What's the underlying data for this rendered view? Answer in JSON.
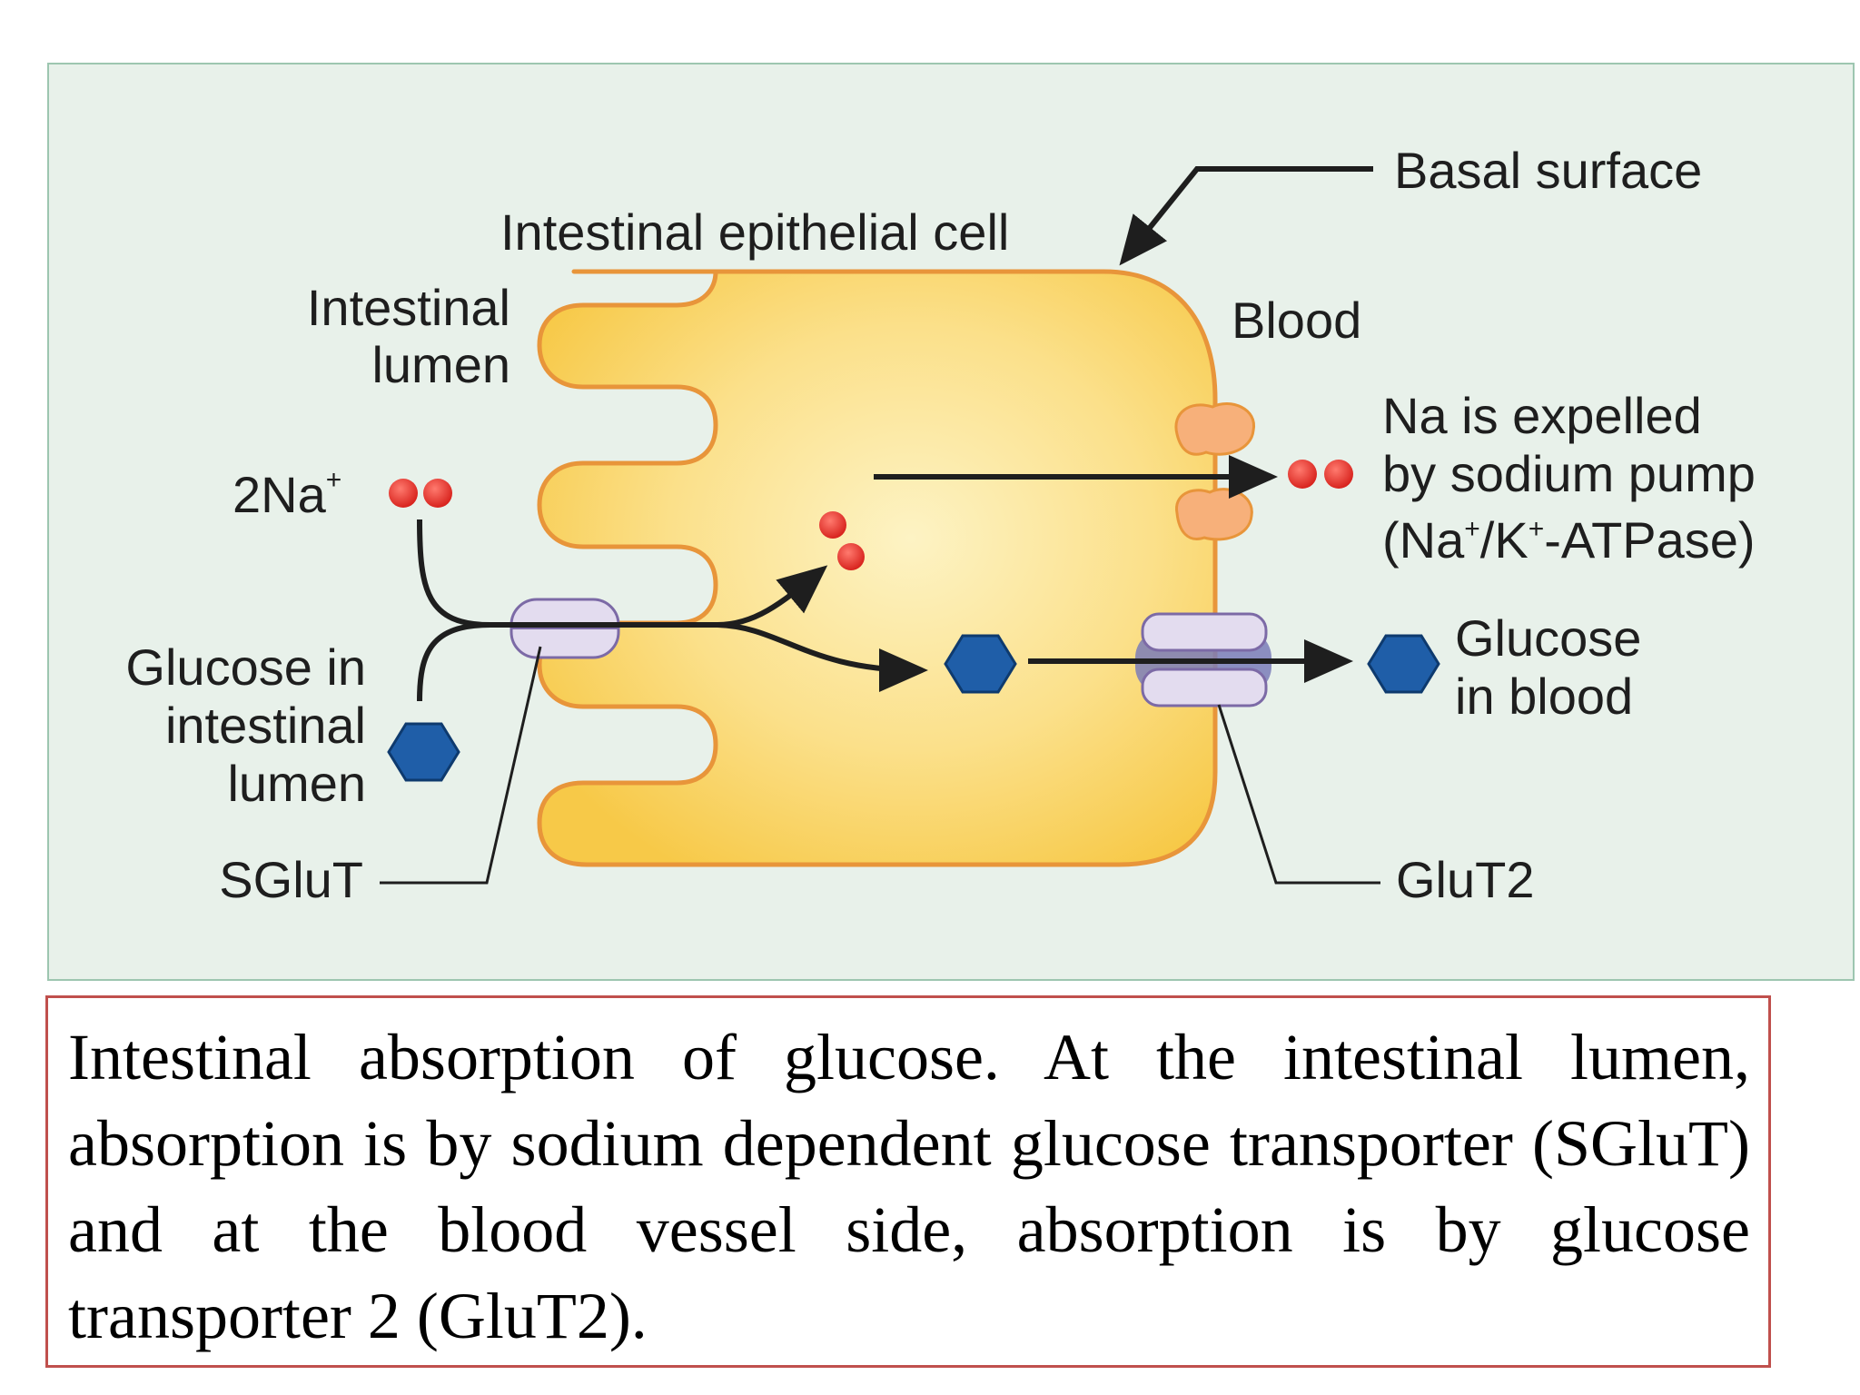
{
  "diagram": {
    "labels": {
      "basal_surface": "Basal surface",
      "cell": "Intestinal epithelial cell",
      "lumen_line1": "Intestinal",
      "lumen_line2": "lumen",
      "blood": "Blood",
      "na_expelled_line1": "Na is expelled",
      "na_expelled_line2": "by sodium pump",
      "atpase_part1": "(Na",
      "atpase_sup1": "+",
      "atpase_part2": "/K",
      "atpase_sup2": "+",
      "atpase_part3": "-ATPase)",
      "na_base": "2Na",
      "na_sup": "+",
      "glucose_lumen_line1": "Glucose in",
      "glucose_lumen_line2": "intestinal",
      "glucose_lumen_line3": "lumen",
      "glucose_blood_line1": "Glucose",
      "glucose_blood_line2": "in blood",
      "sglut": "SGluT",
      "glut2": "GluT2"
    },
    "colors": {
      "background": "#e8f1ea",
      "cell_fill": "#f9d15c",
      "cell_stroke": "#e8953a",
      "sodium": "#e52421",
      "glucose": "#1f5ea8",
      "transporter": "#e3dcef",
      "pump": "#f7b07a"
    }
  },
  "caption": {
    "text": "Intestinal absorption of glucose. At the intestinal lumen, absorption is by sodium dependent glucose transporter (SGluT) and at the blood vessel side, absorption is by glucose transporter 2 (GluT2)."
  }
}
